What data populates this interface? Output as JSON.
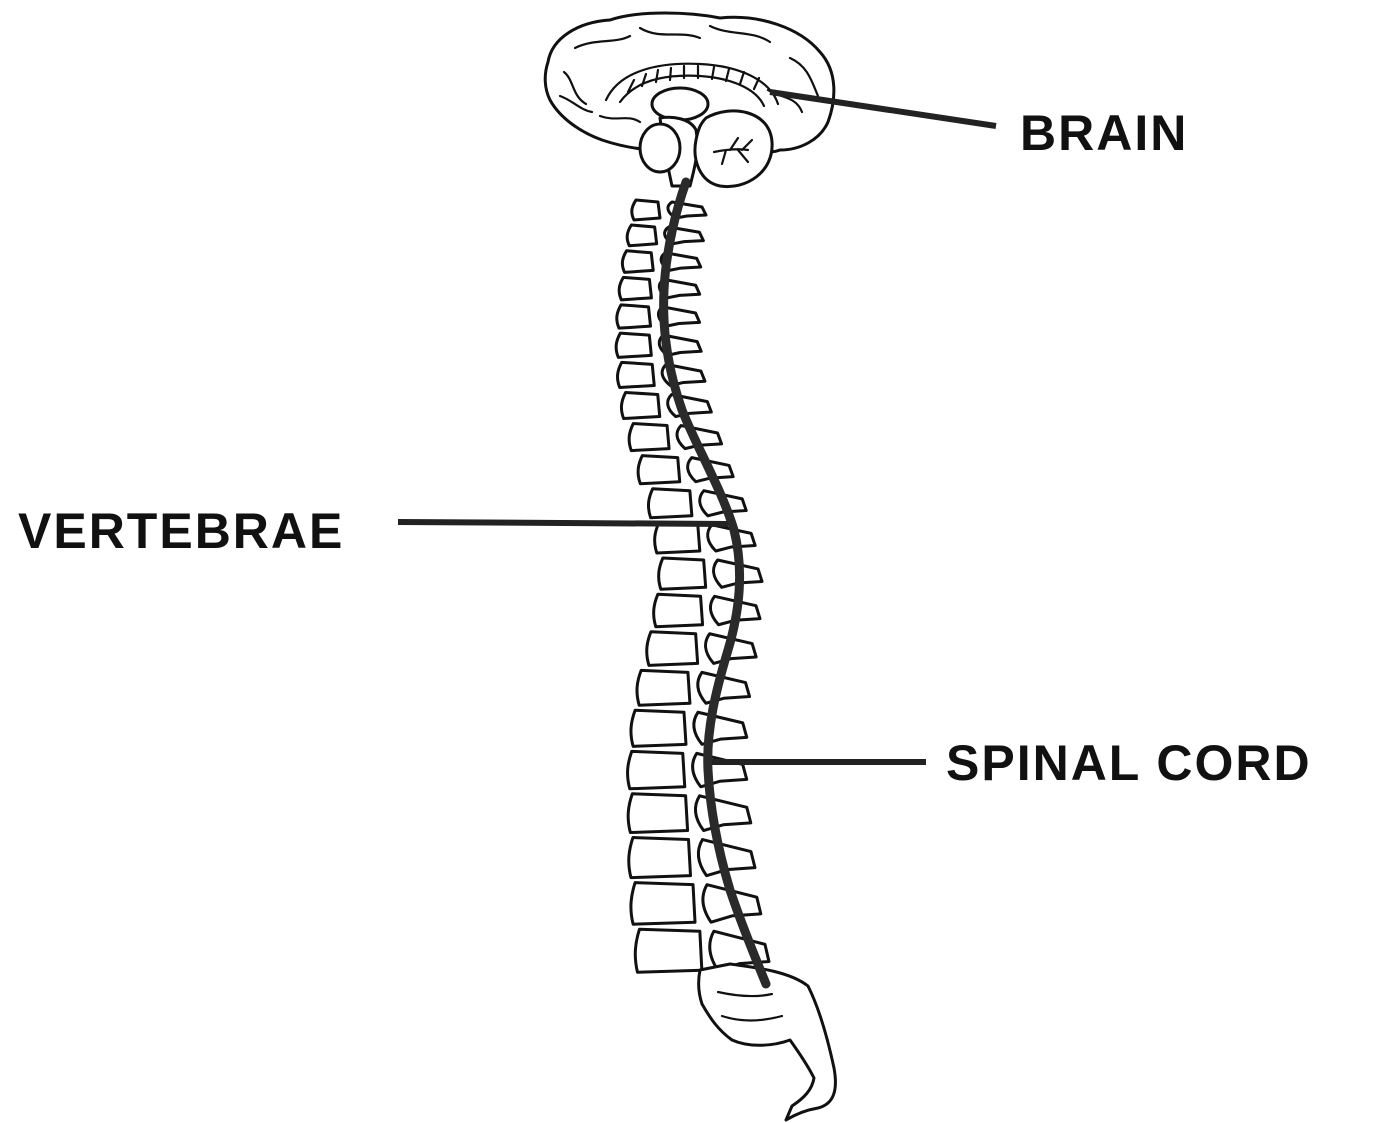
{
  "labels": {
    "brain": "BRAIN",
    "vertebrae": "VERTEBRAE",
    "spinal_cord": "SPINAL CORD"
  },
  "colors": {
    "ink": "#111111",
    "paper": "#ffffff",
    "cord": "#2a2a2a"
  }
}
